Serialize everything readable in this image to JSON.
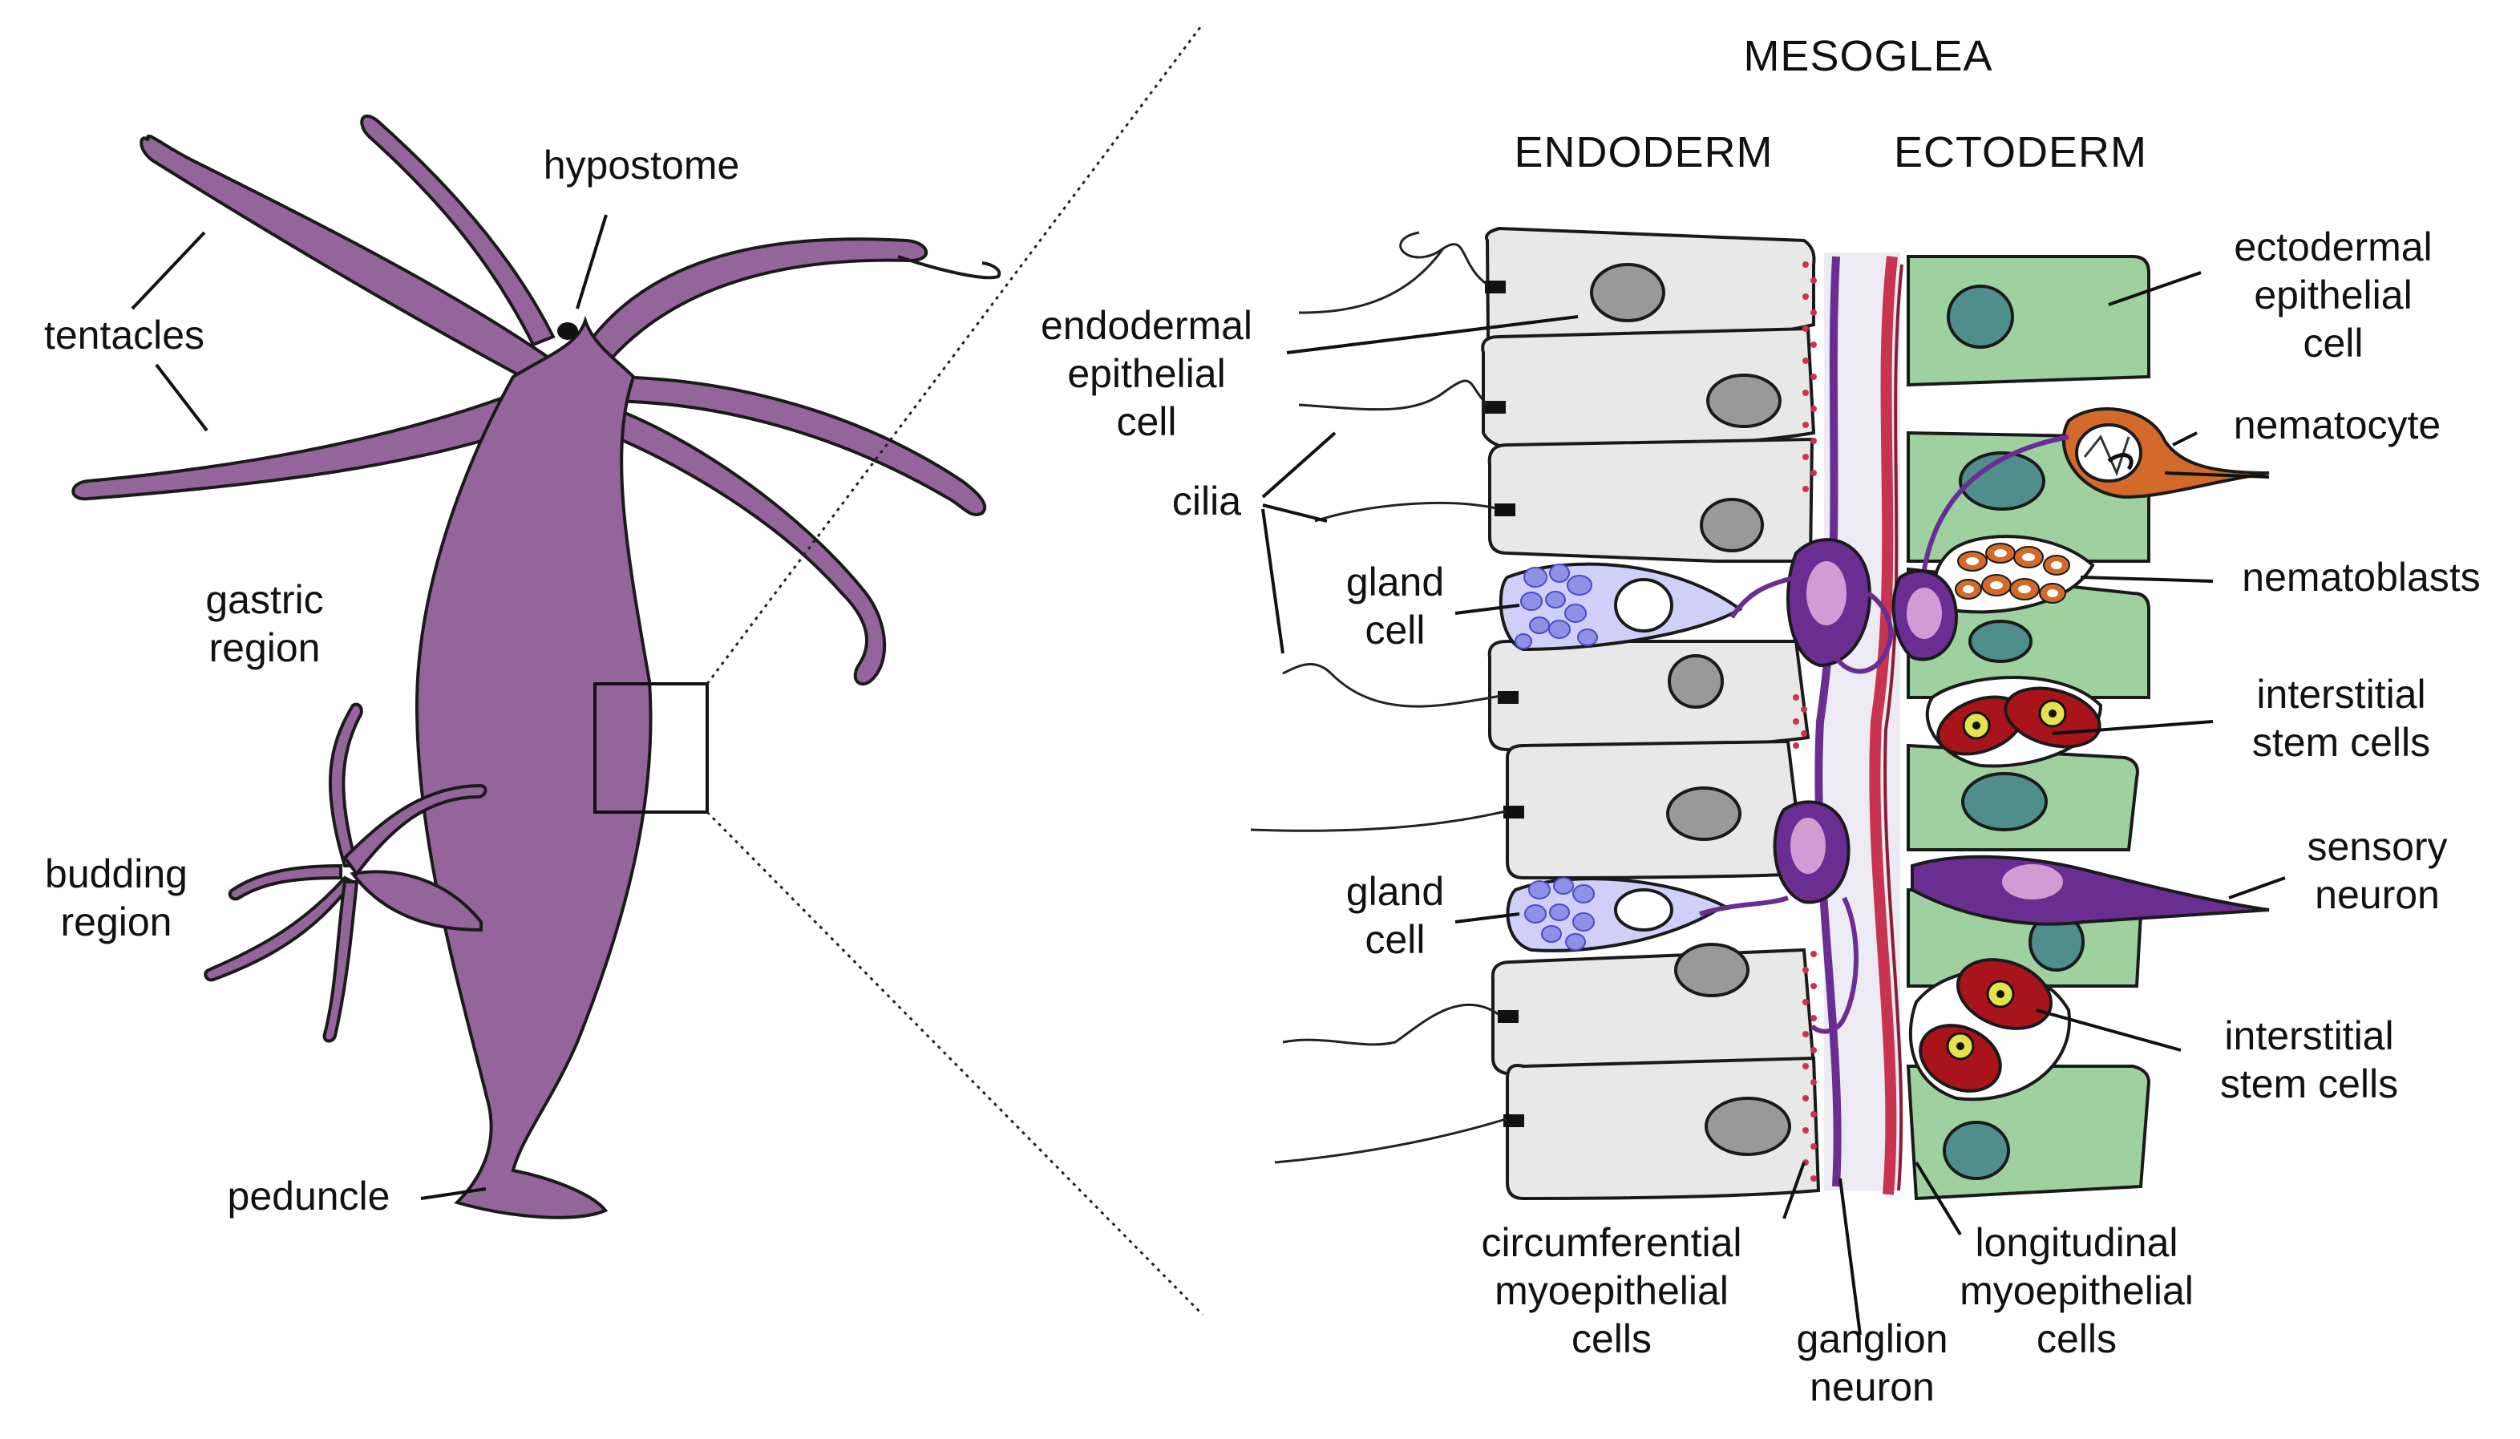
{
  "headers": {
    "mesoglea": "MESOGLEA",
    "endoderm": "ENDODERM",
    "ectoderm": "ECTODERM"
  },
  "hydra_labels": {
    "hypostome": "hypostome",
    "tentacles": "tentacles",
    "gastric_region": "gastric\nregion",
    "budding_region": "budding\nregion",
    "peduncle": "peduncle"
  },
  "tissue_labels": {
    "endodermal_epithelial_cell": "endodermal\nepithelial\ncell",
    "cilia": "cilia",
    "gland_cell_1": "gland\ncell",
    "gland_cell_2": "gland\ncell",
    "circumferential_myoepithelial_cells": "circumferential\nmyoepithelial\ncells",
    "ganglion_neuron": "ganglion\nneuron",
    "longitudinal_myoepithelial_cells": "longitudinal\nmyoepithelial\ncells",
    "ectodermal_epithelial_cell": "ectodermal\nepithelial\ncell",
    "nematocyte": "nematocyte",
    "nematoblasts": "nematoblasts",
    "interstitial_stem_cells_1": "interstitial\nstem cells",
    "sensory_neuron": "sensory\nneuron",
    "interstitial_stem_cells_2": "interstitial\nstem cells"
  },
  "colors": {
    "hydra_body": "#94659a",
    "endoderm_cell": "#e8e8e8",
    "nucleus_gray": "#999999",
    "ectoderm_cell": "#9ed19f",
    "nucleus_teal": "#4f8e8c",
    "gland_cell": "#cfcff7",
    "gland_granule": "#8f91e6",
    "neuron": "#6a2e93",
    "neuron_nucleus": "#d39bd3",
    "muscle": "#c8334f",
    "mesoglea": "#ecebf3",
    "stem_cell": "#a8141a",
    "nematocyte": "#d36a2a"
  }
}
